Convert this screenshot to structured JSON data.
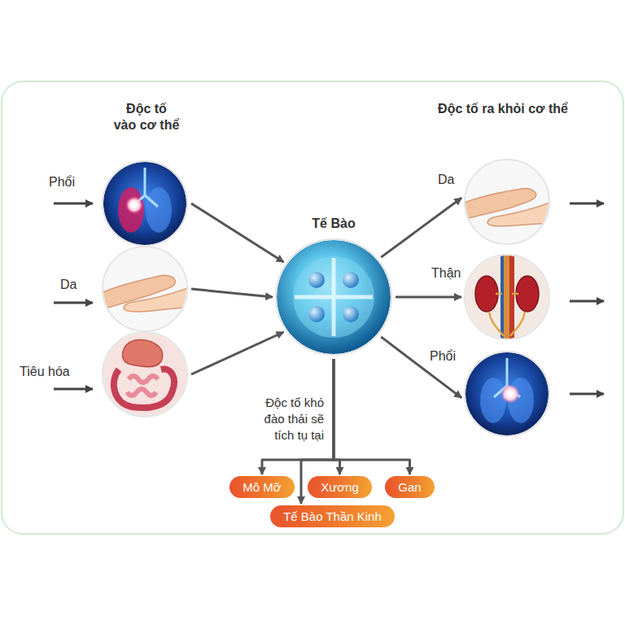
{
  "diagram": {
    "nodes": [
      {
        "text": [
          "Phổi"
        ]
      },
      {
        "text": [
          "Da"
        ]
      },
      {
        "text": [
          "Tiêu hóa"
        ]
      },
      {
        "text": [
          "Tế Bào"
        ]
      },
      {
        "text": [
          "Da"
        ]
      },
      {
        "text": [
          "Thận"
        ]
      },
      {
        "text": [
          "Phổi"
        ]
      },
      {
        "text": [
          "Mô Mỡ"
        ]
      },
      {
        "text": [
          "Xương"
        ]
      },
      {
        "text": [
          "Gan"
        ]
      },
      {
        "text": [
          "Tế Bào Thần Kinh"
        ]
      }
    ],
    "edges": [
      {
        "from": 0,
        "to": 3,
        "arrow": "to"
      },
      {
        "from": 1,
        "to": 3,
        "arrow": "to"
      },
      {
        "from": 2,
        "to": 3,
        "arrow": "to"
      },
      {
        "from": 3,
        "to": 4,
        "arrow": "to"
      },
      {
        "from": 3,
        "to": 5,
        "arrow": "to"
      },
      {
        "from": 3,
        "to": 6,
        "arrow": "to"
      },
      {
        "from": 3,
        "to": 7,
        "arrow": "to"
      },
      {
        "from": 3,
        "to": 8,
        "arrow": "to"
      },
      {
        "from": 3,
        "to": 9,
        "arrow": "to"
      },
      {
        "from": 3,
        "to": 10,
        "arrow": "to"
      }
    ],
    "labels": [
      "Độc tố vào cơ thể",
      "Độc tố ra khỏi cơ thể",
      "Độc tố khó đào thải sẽ tích tụ tại"
    ]
  }
}
